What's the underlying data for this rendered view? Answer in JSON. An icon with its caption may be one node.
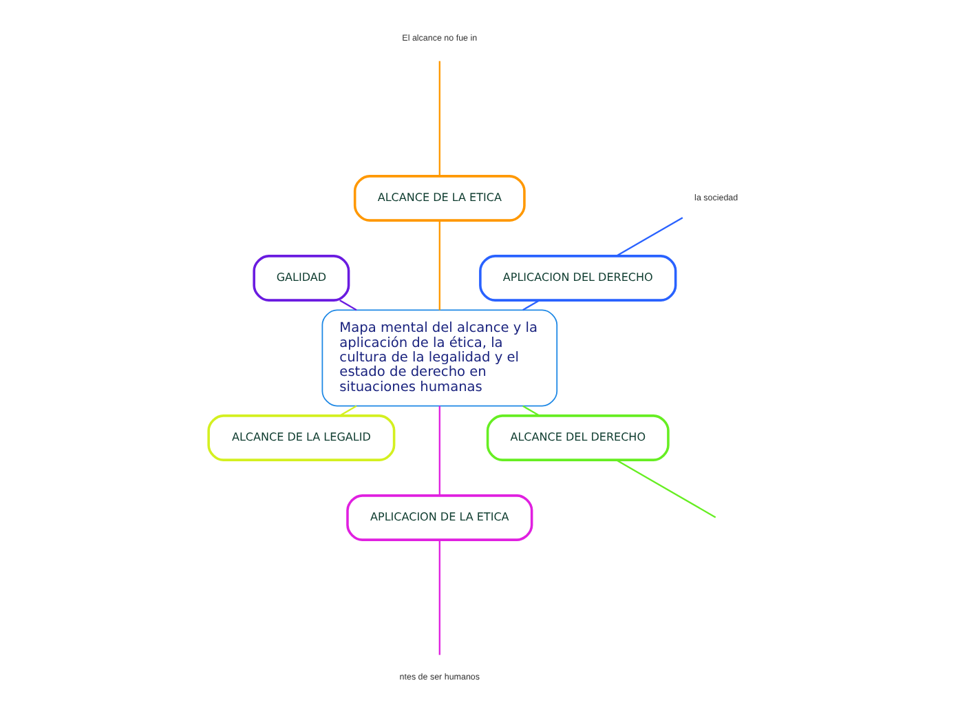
{
  "diagram": {
    "nodes": [
      {
        "text": [
          "Mapa mental del alcance y la aplicación de la ética, la cultura de la legalidad y el estado de derecho en situaciones humanas"
        ]
      },
      {
        "text": [
          "APLICACION DEL DERECHO"
        ]
      },
      {
        "text": [
          "la sociedad"
        ]
      },
      {
        "text": [
          "ALCANCE DE LA ETICA"
        ]
      },
      {
        "text": [
          "El alcance no fue in"
        ]
      },
      {
        "text": [
          "GALIDAD"
        ]
      },
      {
        "text": [
          "ALCANCE DE LA LEGALID"
        ]
      },
      {
        "text": [
          "APLICACION DE LA ETICA"
        ]
      },
      {
        "text": [
          "ntes de ser humanos"
        ]
      },
      {
        "text": [
          "ALCANCE DEL DERECHO"
        ]
      }
    ],
    "edges": [
      {
        "from": 0,
        "to": 1,
        "arrow": "none",
        "color": "#2962ff"
      },
      {
        "from": 1,
        "to": 2,
        "arrow": "none",
        "color": "#2962ff"
      },
      {
        "from": 0,
        "to": 3,
        "arrow": "none",
        "color": "#ff9800"
      },
      {
        "from": 3,
        "to": 4,
        "arrow": "none",
        "color": "#ff9800"
      },
      {
        "from": 0,
        "to": 5,
        "arrow": "none",
        "color": "#6a1be0"
      },
      {
        "from": 0,
        "to": 6,
        "arrow": "none",
        "color": "#d4f020"
      },
      {
        "from": 0,
        "to": 7,
        "arrow": "none",
        "color": "#e020e0"
      },
      {
        "from": 7,
        "to": 8,
        "arrow": "none",
        "color": "#e020e0"
      },
      {
        "from": 0,
        "to": 9,
        "arrow": "none",
        "color": "#66ee22"
      },
      {
        "from": 9,
        "to": null,
        "arrow": "none",
        "color": "#66ee22"
      }
    ]
  }
}
